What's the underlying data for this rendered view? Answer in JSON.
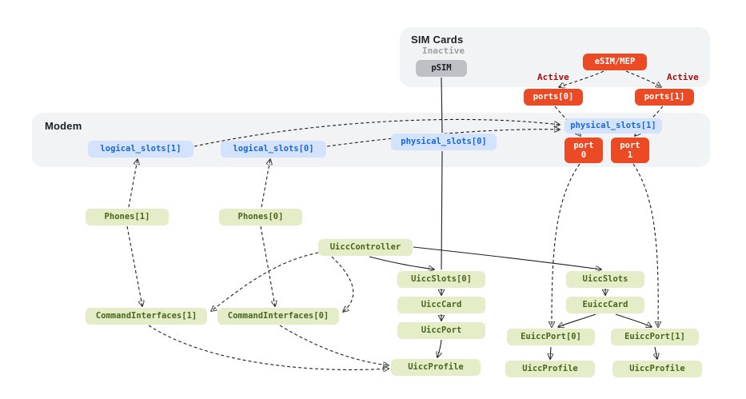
{
  "groups": {
    "sim_cards": {
      "title": "SIM Cards"
    },
    "modem": {
      "title": "Modem"
    }
  },
  "annotations": {
    "inactive": "Inactive",
    "active_left": "Active",
    "active_right": "Active"
  },
  "nodes": {
    "psim": "pSIM",
    "esim_mep": "eSIM/MEP",
    "ports0": "ports[0]",
    "ports1": "ports[1]",
    "logical_slots1": "logical_slots[1]",
    "logical_slots0": "logical_slots[0]",
    "physical_slots0": "physical_slots[0]",
    "physical_slots1": "physical_slots[1]",
    "port0": "port\n0",
    "port1": "port\n1",
    "phones1": "Phones[1]",
    "phones0": "Phones[0]",
    "uicc_controller": "UiccController",
    "uicc_slots0": "UiccSlots[0]",
    "uicc_slots": "UiccSlots",
    "uicc_card": "UiccCard",
    "euicc_card": "EuiccCard",
    "command_interfaces1": "CommandInterfaces[1]",
    "command_interfaces0": "CommandInterfaces[0]",
    "uicc_port": "UiccPort",
    "euicc_port0": "EuiccPort[0]",
    "euicc_port1": "EuiccPort[1]",
    "uicc_profile_center": "UiccProfile",
    "uicc_profile_mid": "UiccProfile",
    "uicc_profile_right": "UiccProfile"
  },
  "colors": {
    "group_bg": "#f1f3f4",
    "node_blue_bg": "#d3e3fd",
    "node_blue_text": "#1967d2",
    "node_green_bg": "#e4edc8",
    "node_green_text": "#49661b",
    "node_red_bg": "#ea4a24",
    "node_gray_bg": "#bdc1c6",
    "active_text": "#a50e0e",
    "inactive_text": "#9aa0a6"
  }
}
